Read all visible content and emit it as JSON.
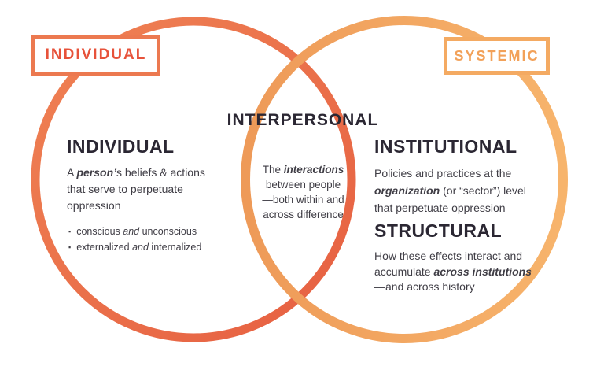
{
  "colors": {
    "background": "#ffffff",
    "ink": "#2b2733",
    "body_text": "#3f3d45",
    "left_grad_a": "#ef8254",
    "left_grad_b": "#e65f41",
    "right_grad_a": "#ee9a58",
    "right_grad_b": "#f7b46c",
    "individual_border": "#ec7950",
    "individual_text": "#e7523a",
    "systemic_border": "#f4aa62",
    "systemic_text": "#f2a159"
  },
  "icons": {
    "bullet": "▪"
  },
  "tags": {
    "individual": {
      "label": "INDIVIDUAL"
    },
    "systemic": {
      "label": "SYSTEMIC"
    }
  },
  "sections": {
    "interpersonal": {
      "title": "INTERPERSONAL",
      "body": [
        {
          "t": "The "
        },
        {
          "b": true,
          "t": "interactions"
        },
        {
          "t": "\nbetween people\n—both within and\nacross difference"
        }
      ]
    },
    "individual": {
      "title": "INDIVIDUAL",
      "body": [
        {
          "t": "A "
        },
        {
          "b": true,
          "t": "person’"
        },
        {
          "t": "s beliefs & actions\nthat serve to perpetuate\noppression"
        }
      ],
      "bullets": [
        [
          {
            "t": "conscious "
          },
          {
            "i": true,
            "t": "and"
          },
          {
            "t": " unconscious"
          }
        ],
        [
          {
            "t": "externalized "
          },
          {
            "i": true,
            "t": "and"
          },
          {
            "t": " internalized"
          }
        ]
      ]
    },
    "institutional": {
      "title": "INSTITUTIONAL",
      "body": [
        {
          "t": "Policies and practices at the\n"
        },
        {
          "b": true,
          "t": "organization"
        },
        {
          "t": " (or “sector”) level\nthat perpetuate oppression"
        }
      ]
    },
    "structural": {
      "title": "STRUCTURAL",
      "body": [
        {
          "t": "How these effects interact and\naccumulate "
        },
        {
          "b": true,
          "t": "across institutions"
        },
        {
          "t": "\n—and across history"
        }
      ]
    }
  }
}
